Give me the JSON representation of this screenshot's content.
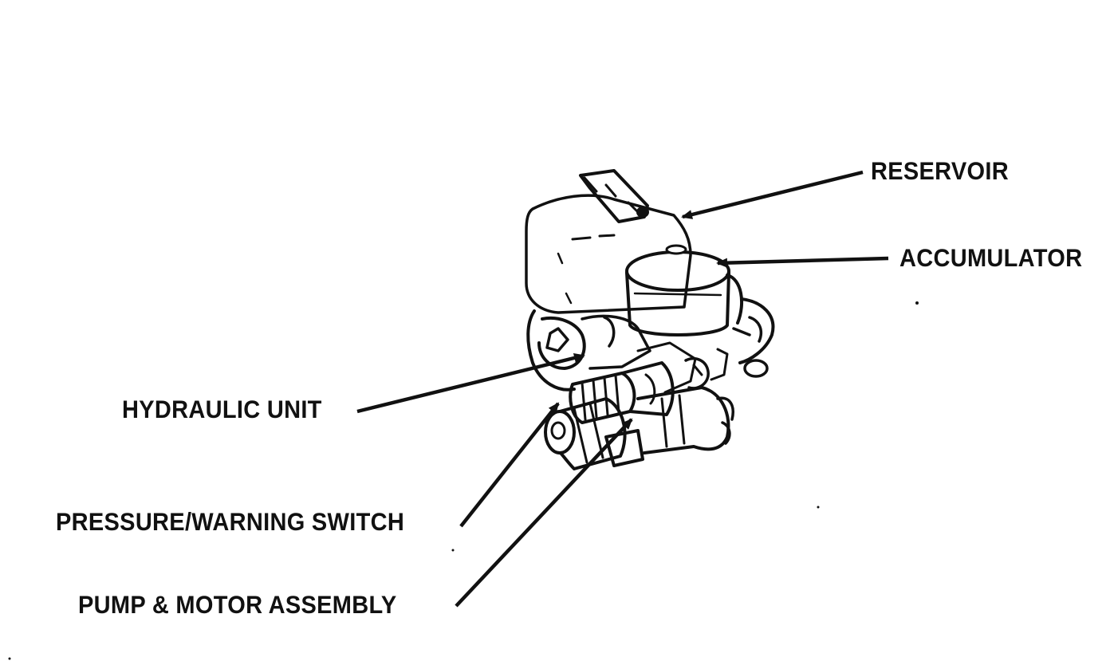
{
  "diagram": {
    "labels": {
      "reservoir": "RESERVOIR",
      "accumulator": "ACCUMULATOR",
      "hydraulic_unit": "HYDRAULIC UNIT",
      "pressure_warning_switch": "PRESSURE/WARNING SWITCH",
      "pump_motor_assembly": "PUMP & MOTOR ASSEMBLY"
    },
    "colors": {
      "ink": "#111111",
      "background": "#ffffff"
    }
  }
}
